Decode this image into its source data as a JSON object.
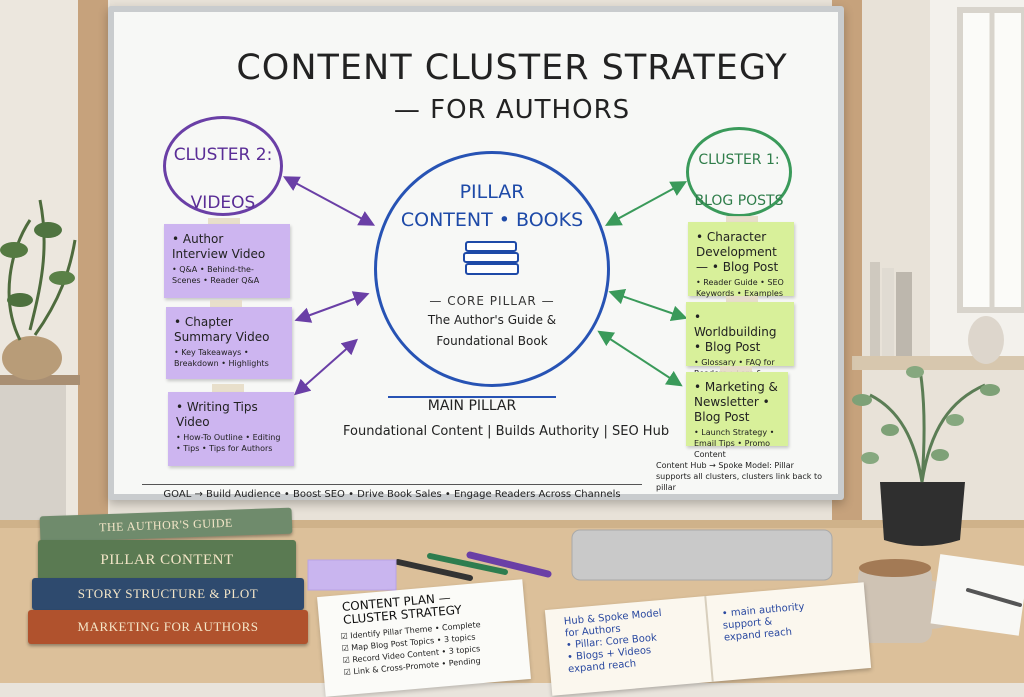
{
  "board": {
    "title": "CONTENT CLUSTER STRATEGY",
    "subtitle": "— FOR AUTHORS",
    "cluster2": {
      "line1": "CLUSTER 2:",
      "line2": "VIDEOS"
    },
    "cluster1": {
      "line1": "CLUSTER 1:",
      "line2": "BLOG POSTS"
    },
    "pillar": {
      "line1": "PILLAR",
      "line2": "CONTENT • BOOKS",
      "sub": "— CORE PILLAR —",
      "desc1": "The Author's Guide &",
      "desc2": "Foundational Book"
    },
    "video_notes": [
      {
        "title": "• Author Interview Video",
        "sub": "• Q&A • Behind-the-Scenes • Reader Q&A"
      },
      {
        "title": "• Chapter Summary Video",
        "sub": "• Key Takeaways • Breakdown • Highlights"
      },
      {
        "title": "• Writing Tips Video",
        "sub": "• How-To Outline • Editing • Tips • Tips for Authors"
      }
    ],
    "blog_notes": [
      {
        "title": "• Character Development — • Blog Post",
        "sub": "• Reader Guide • SEO Keywords • Examples"
      },
      {
        "title": "• Worldbuilding • Blog Post",
        "sub": "• Glossary • FAQ for Readers • Lore & Setting"
      },
      {
        "title": "• Marketing & Newsletter • Blog Post",
        "sub": "• Launch Strategy • Email Tips • Promo Content"
      }
    ],
    "main_pillar": "MAIN PILLAR",
    "main_pillar_items": "Foundational Content | Builds Authority | SEO Hub",
    "goal": "GOAL → Build Audience • Boost SEO • Drive Book Sales • Engage Readers Across Channels",
    "hub_note": "Content Hub → Spoke Model: Pillar supports all clusters, clusters link back to pillar"
  },
  "desk": {
    "books": [
      "THE AUTHOR'S GUIDE",
      "PILLAR CONTENT",
      "STORY STRUCTURE & PLOT",
      "MARKETING FOR AUTHORS"
    ],
    "plan": {
      "title": "CONTENT PLAN —",
      "subtitle": "CLUSTER STRATEGY",
      "items": [
        "☑ Identify Pillar Theme • Complete",
        "☑ Map Blog Post Topics • 3 topics",
        "☑ Record Video Content • 3 topics",
        "☑ Link & Cross-Promote • Pending"
      ]
    },
    "notebook": [
      "Hub & Spoke Model",
      "for Authors",
      "• Pillar: Core Book",
      "• Blogs + Videos",
      "expand reach",
      "• main authority",
      "support &",
      "expand reach"
    ]
  },
  "colors": {
    "purple": "#6a3fa6",
    "green": "#3a9a5a",
    "blue": "#2753b4",
    "sticky_purple": "#cdb5f0",
    "sticky_green": "#d8f09a"
  }
}
